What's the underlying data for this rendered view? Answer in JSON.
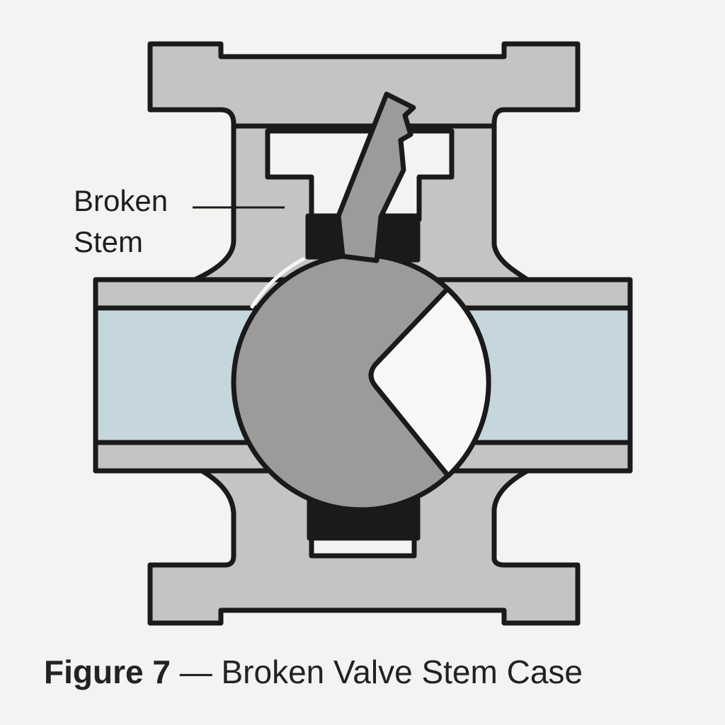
{
  "diagram": {
    "callout": {
      "line1": "Broken",
      "line2": "Stem"
    },
    "caption": {
      "figure": "Figure 7",
      "separator": "—",
      "title": "Broken Valve Stem Case"
    },
    "colors": {
      "background": "#f3f3f1",
      "body": "#c4c4c2",
      "ball": "#9b9b99",
      "flow": "#c6d6dd",
      "outline": "#1a1a1a"
    }
  }
}
